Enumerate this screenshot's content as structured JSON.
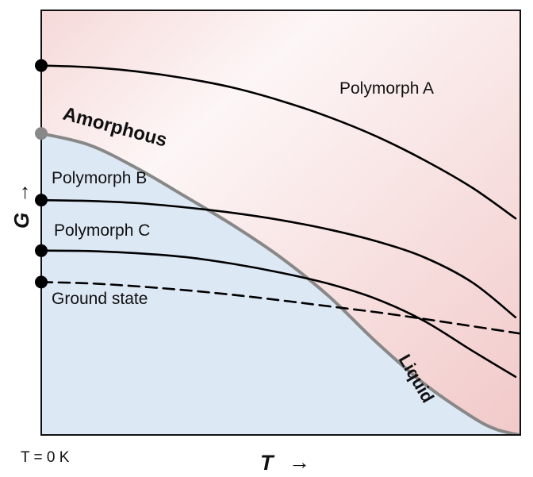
{
  "chart_data": {
    "type": "line",
    "title": "",
    "xlabel": "T",
    "ylabel": "G",
    "x_arrow": "→",
    "y_arrow": "→",
    "origin_label": "T = 0 K",
    "xlim": [
      0,
      1
    ],
    "ylim": [
      0,
      1
    ],
    "grid": false,
    "legend": "none",
    "series": [
      {
        "name": "Polymorph A",
        "style": "solid",
        "color": "#000000",
        "marker_at_origin": true,
        "x": [
          0,
          0.1,
          0.2,
          0.3,
          0.4,
          0.5,
          0.6,
          0.7,
          0.8,
          0.9,
          0.99
        ],
        "y": [
          0.87,
          0.866,
          0.856,
          0.84,
          0.818,
          0.787,
          0.749,
          0.703,
          0.647,
          0.582,
          0.51
        ]
      },
      {
        "name": "Amorphous",
        "style": "solid",
        "color": "#888888",
        "marker_at_origin": true,
        "x": [
          0,
          0.1,
          0.2,
          0.3,
          0.4,
          0.5,
          0.6,
          0.7,
          0.8,
          0.9,
          0.95,
          0.998
        ],
        "y": [
          0.71,
          0.683,
          0.628,
          0.562,
          0.494,
          0.418,
          0.327,
          0.218,
          0.12,
          0.042,
          0.013,
          0.0
        ]
      },
      {
        "name": "Polymorph B",
        "style": "solid",
        "color": "#000000",
        "marker_at_origin": true,
        "x": [
          0,
          0.1,
          0.2,
          0.3,
          0.4,
          0.5,
          0.6,
          0.7,
          0.8,
          0.9,
          0.99
        ],
        "y": [
          0.553,
          0.551,
          0.546,
          0.536,
          0.523,
          0.506,
          0.484,
          0.456,
          0.418,
          0.359,
          0.277
        ]
      },
      {
        "name": "Polymorph C",
        "style": "solid",
        "color": "#000000",
        "marker_at_origin": true,
        "x": [
          0,
          0.1,
          0.2,
          0.3,
          0.4,
          0.5,
          0.6,
          0.7,
          0.8,
          0.9,
          0.99
        ],
        "y": [
          0.434,
          0.433,
          0.428,
          0.419,
          0.403,
          0.382,
          0.356,
          0.32,
          0.268,
          0.198,
          0.137
        ]
      },
      {
        "name": "Ground state",
        "style": "dashed",
        "color": "#000000",
        "marker_at_origin": true,
        "x": [
          0,
          0.1,
          0.2,
          0.3,
          0.4,
          0.5,
          0.6,
          0.7,
          0.8,
          0.9,
          1.01
        ],
        "y": [
          0.36,
          0.357,
          0.35,
          0.341,
          0.33,
          0.317,
          0.303,
          0.289,
          0.273,
          0.256,
          0.237
        ]
      }
    ],
    "annotations": [
      {
        "text": "Polymorph A",
        "series": 0
      },
      {
        "text": "Amorphous",
        "series": 1,
        "bold": true
      },
      {
        "text": "Liquid",
        "series": 1,
        "bold": true
      },
      {
        "text": "Polymorph B",
        "series": 2
      },
      {
        "text": "Polymorph C",
        "series": 3
      },
      {
        "text": "Ground state",
        "series": 4
      }
    ],
    "region_colors": {
      "above_liquid": "#f2c9c9",
      "above_liquid_fade": "#fdf6f6",
      "below_liquid": "#dde8f5"
    }
  }
}
